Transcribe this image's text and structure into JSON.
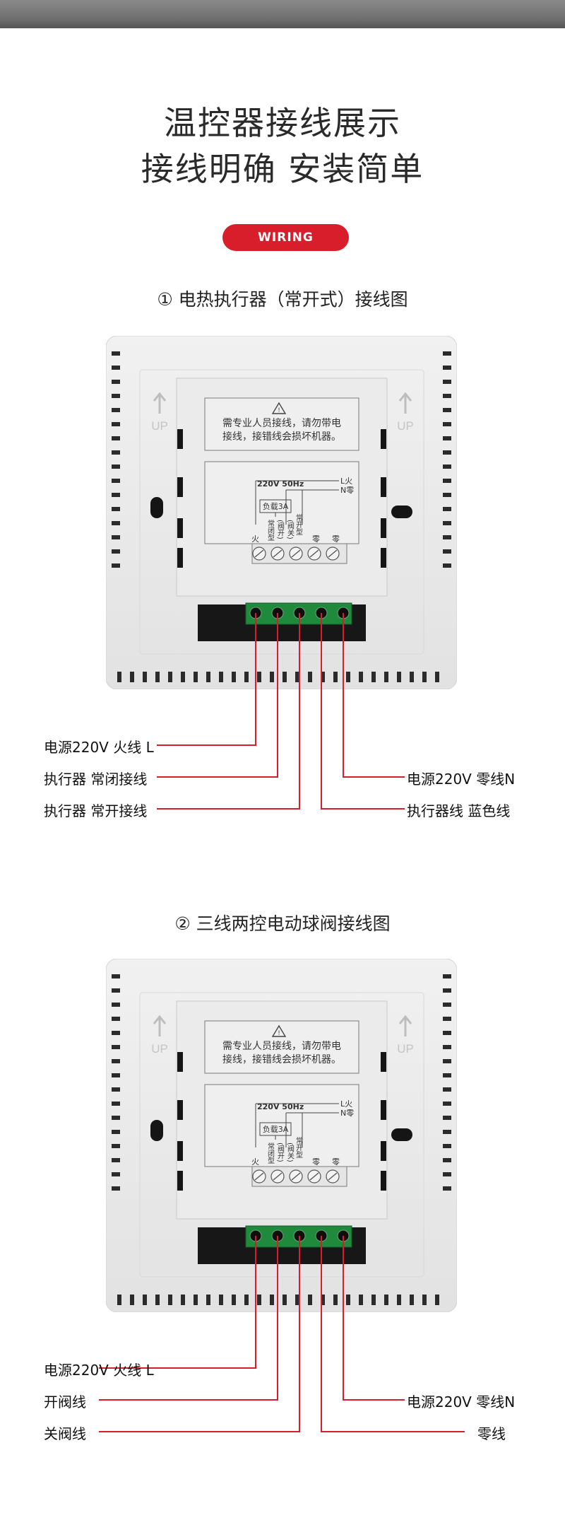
{
  "header": {
    "title_line1": "温控器接线展示",
    "title_line2": "接线明确 安装简单",
    "badge": "WIRING"
  },
  "panel_text": {
    "up": "UP",
    "warning_line1": "需专业人员接线，请勿带电",
    "warning_line2": "接线，接错线会损坏机器。",
    "voltage": "220V 50Hz",
    "l_fire": "L火",
    "n_zero": "N零",
    "load": "负载3A",
    "normally_closed": "常闭型",
    "open_valve": "(阀开)",
    "close_valve": "(阀关)",
    "normally_open": "常开型",
    "fire": "火",
    "zero": "零"
  },
  "sections": [
    {
      "title": "① 电热执行器（常开式）接线图",
      "left_labels": [
        "电源220V 火线 L",
        "执行器 常闭接线",
        "执行器 常开接线"
      ],
      "right_labels": [
        "电源220V 零线N",
        "执行器线 蓝色线"
      ]
    },
    {
      "title": "② 三线两控电动球阀接线图",
      "left_labels": [
        "电源220V 火线 L",
        "开阀线",
        "关阀线"
      ],
      "right_labels": [
        "电源220V 零线N",
        "零线"
      ]
    }
  ],
  "colors": {
    "accent": "#d81e2a",
    "wire": "#d81e2a",
    "terminal_green": "#1f8a3c"
  }
}
